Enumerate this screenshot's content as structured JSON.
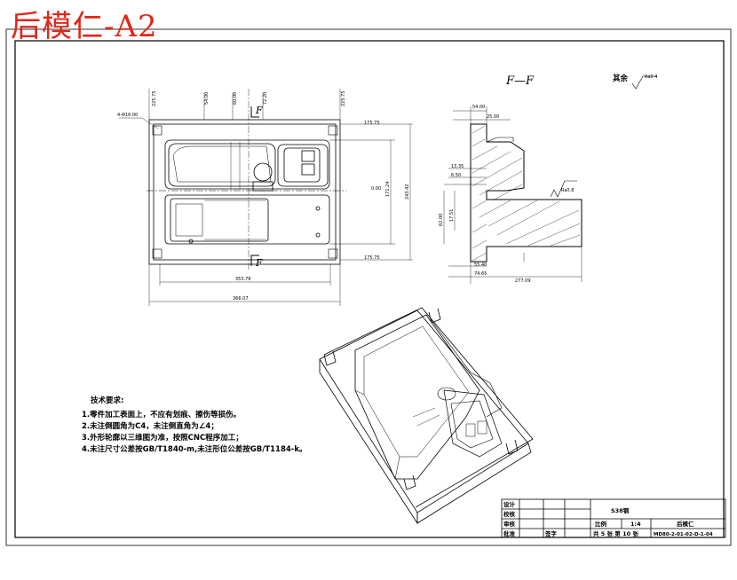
{
  "title": "后模仁-A2",
  "view_label": "F—F",
  "section_mark": "F",
  "roughness_note": "其余",
  "roughness_value": "Ra0.4",
  "roughness_value_2": "Ra0.8",
  "tech_requirements": {
    "heading": "技术要求:",
    "items": [
      "1.零件加工表面上，不应有划痕、擦伤等损伤。",
      "2.未注倒圆角为C4，未注倒直角为∠4；",
      "3.外形轮廓以三维图为准，按照CNC程序加工；",
      "4.未注尺寸公差按GB/T1840-m,未注形位公差按GB/T1184-k。"
    ]
  },
  "dimensions": {
    "d1": "366.07",
    "d2": "353.78",
    "d3": "171.24",
    "d4": "175.75",
    "d5": "243.42",
    "d6": "225.75",
    "d7": "0.00",
    "d8": "4-Φ16.00",
    "d9": "277.09",
    "d10": "25.00",
    "d11": "74.65",
    "d12": "55.40",
    "d13": "13.35",
    "d14": "6.50",
    "d15": "62.00",
    "d16": "54.00",
    "d17": "60.00",
    "d18": "72.20",
    "d19": "17.51"
  },
  "title_block": {
    "designer": "设计",
    "checker": "校核",
    "approver": "审核",
    "approve2": "批准",
    "material_note": "S38钢",
    "scale_label": "比例",
    "scale": "1:4",
    "part_name": "后模仁",
    "sheet_info": "共 5 张 第 10 张",
    "drawing_no": "MD80-2-01-02-D-1-04",
    "seal": "签字"
  }
}
